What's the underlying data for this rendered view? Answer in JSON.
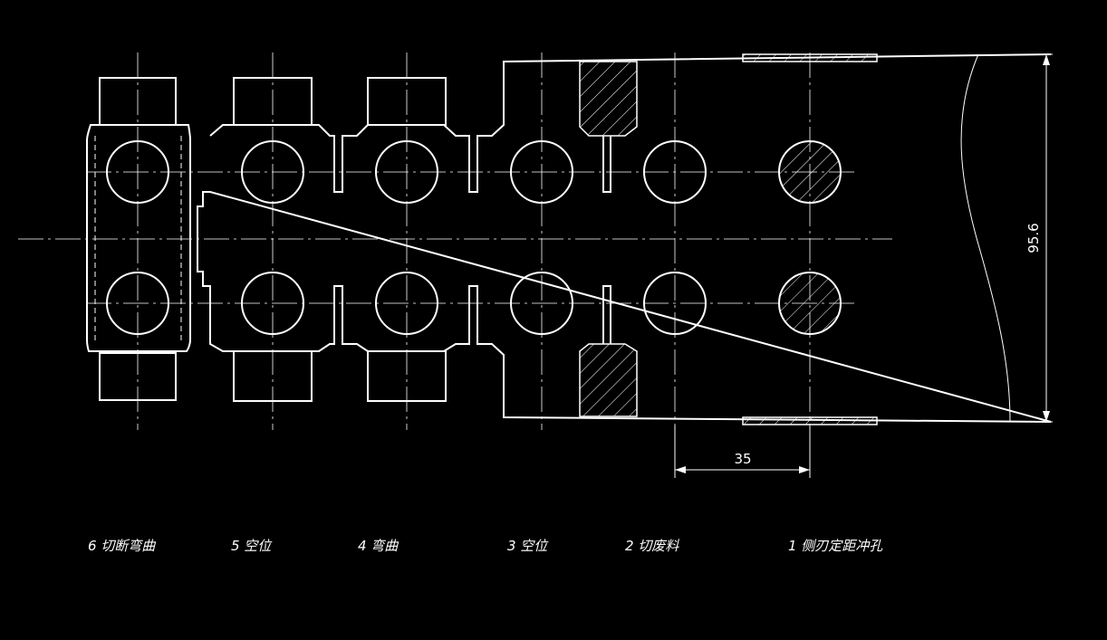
{
  "dimensions": {
    "pitch": "35",
    "strip_width": "95.6"
  },
  "stations": [
    {
      "label": "6 切断弯曲"
    },
    {
      "label": "5 空位"
    },
    {
      "label": "4 弯曲"
    },
    {
      "label": "3 空位"
    },
    {
      "label": "2 切废料"
    },
    {
      "label": "1 侧刃定距冲孔"
    }
  ],
  "colors": {
    "background": "#000000",
    "lines": "#ffffff"
  }
}
